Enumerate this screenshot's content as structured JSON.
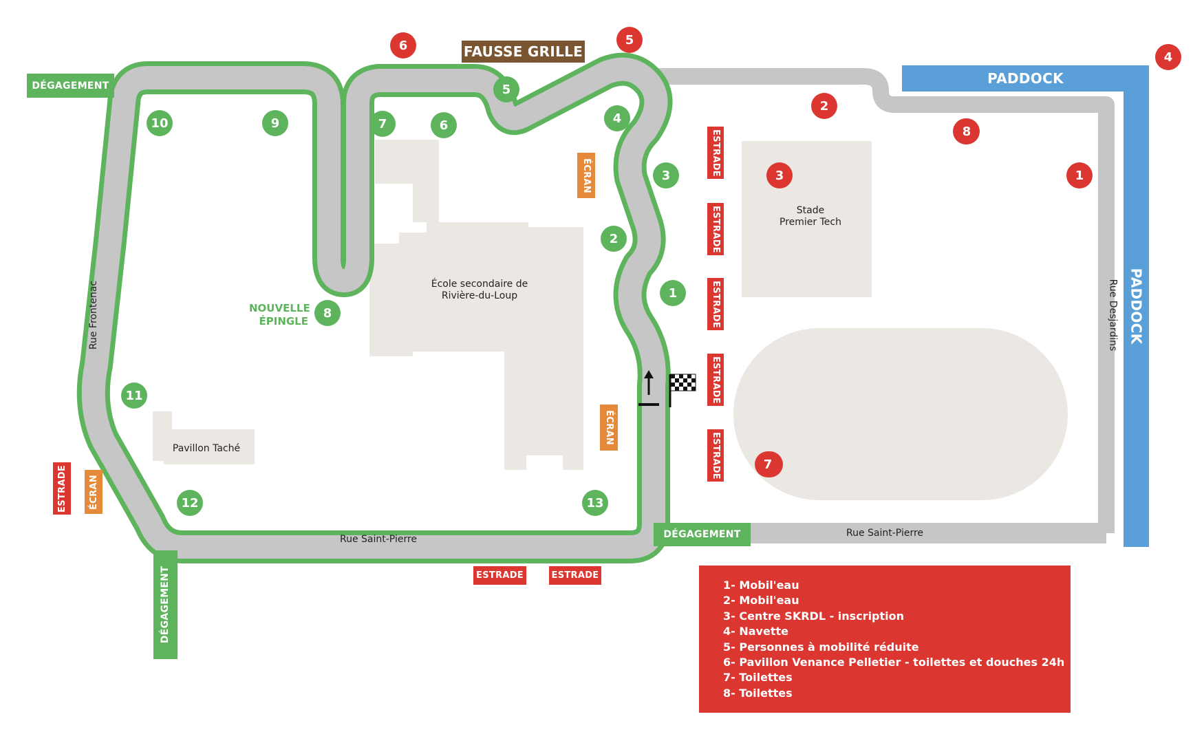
{
  "title": "FAUSSE GRILLE",
  "zones": {
    "paddock_top": "PADDOCK",
    "paddock_right": "PADDOCK"
  },
  "degagement": [
    "DÉGAGEMENT",
    "DÉGAGEMENT",
    "DÉGAGEMENT"
  ],
  "estrade": [
    "ESTRADE",
    "ESTRADE",
    "ESTRADE",
    "ESTRADE",
    "ESTRADE",
    "ESTRADE",
    "ESTRADE",
    "ESTRADE"
  ],
  "ecran": [
    "ÉCRAN",
    "ÉCRAN",
    "ÉCRAN"
  ],
  "nouvelle_epingle": [
    "NOUVELLE",
    "ÉPINGLE"
  ],
  "streets": {
    "frontenac": "Rue Frontenac",
    "saint_pierre_1": "Rue Saint-Pierre",
    "saint_pierre_2": "Rue Saint-Pierre",
    "desjardins": "Rue Desjardins"
  },
  "buildings": {
    "ecole_line1": "École secondaire de",
    "ecole_line2": "Rivière-du-Loup",
    "stade_line1": "Stade",
    "stade_line2": "Premier Tech",
    "pavillon": "Pavillon Taché"
  },
  "turns": [
    "1",
    "2",
    "3",
    "4",
    "5",
    "6",
    "7",
    "8",
    "9",
    "10",
    "11",
    "12",
    "13"
  ],
  "services": [
    "1",
    "2",
    "3",
    "4",
    "5",
    "6",
    "7",
    "8",
    "6",
    "5"
  ],
  "legend": [
    "1- Mobil'eau",
    "2- Mobil'eau",
    "3- Centre SKRDL - inscription",
    "4- Navette",
    "5- Personnes à mobilité réduite",
    "6- Pavillon Venance Pelletier - toilettes et douches 24h",
    "7- Toilettes",
    "8- Toilettes"
  ],
  "colors": {
    "track_green": "#5db45c",
    "road_gray": "#c6c6c6",
    "service_red": "#db3630",
    "screen_orange": "#e58a3a",
    "paddock_blue": "#5a9fd7",
    "grid_brown": "#7a5531",
    "building": "#ebe8e3"
  },
  "icons": [
    "start-arrow-icon",
    "checkered-flag-icon"
  ]
}
